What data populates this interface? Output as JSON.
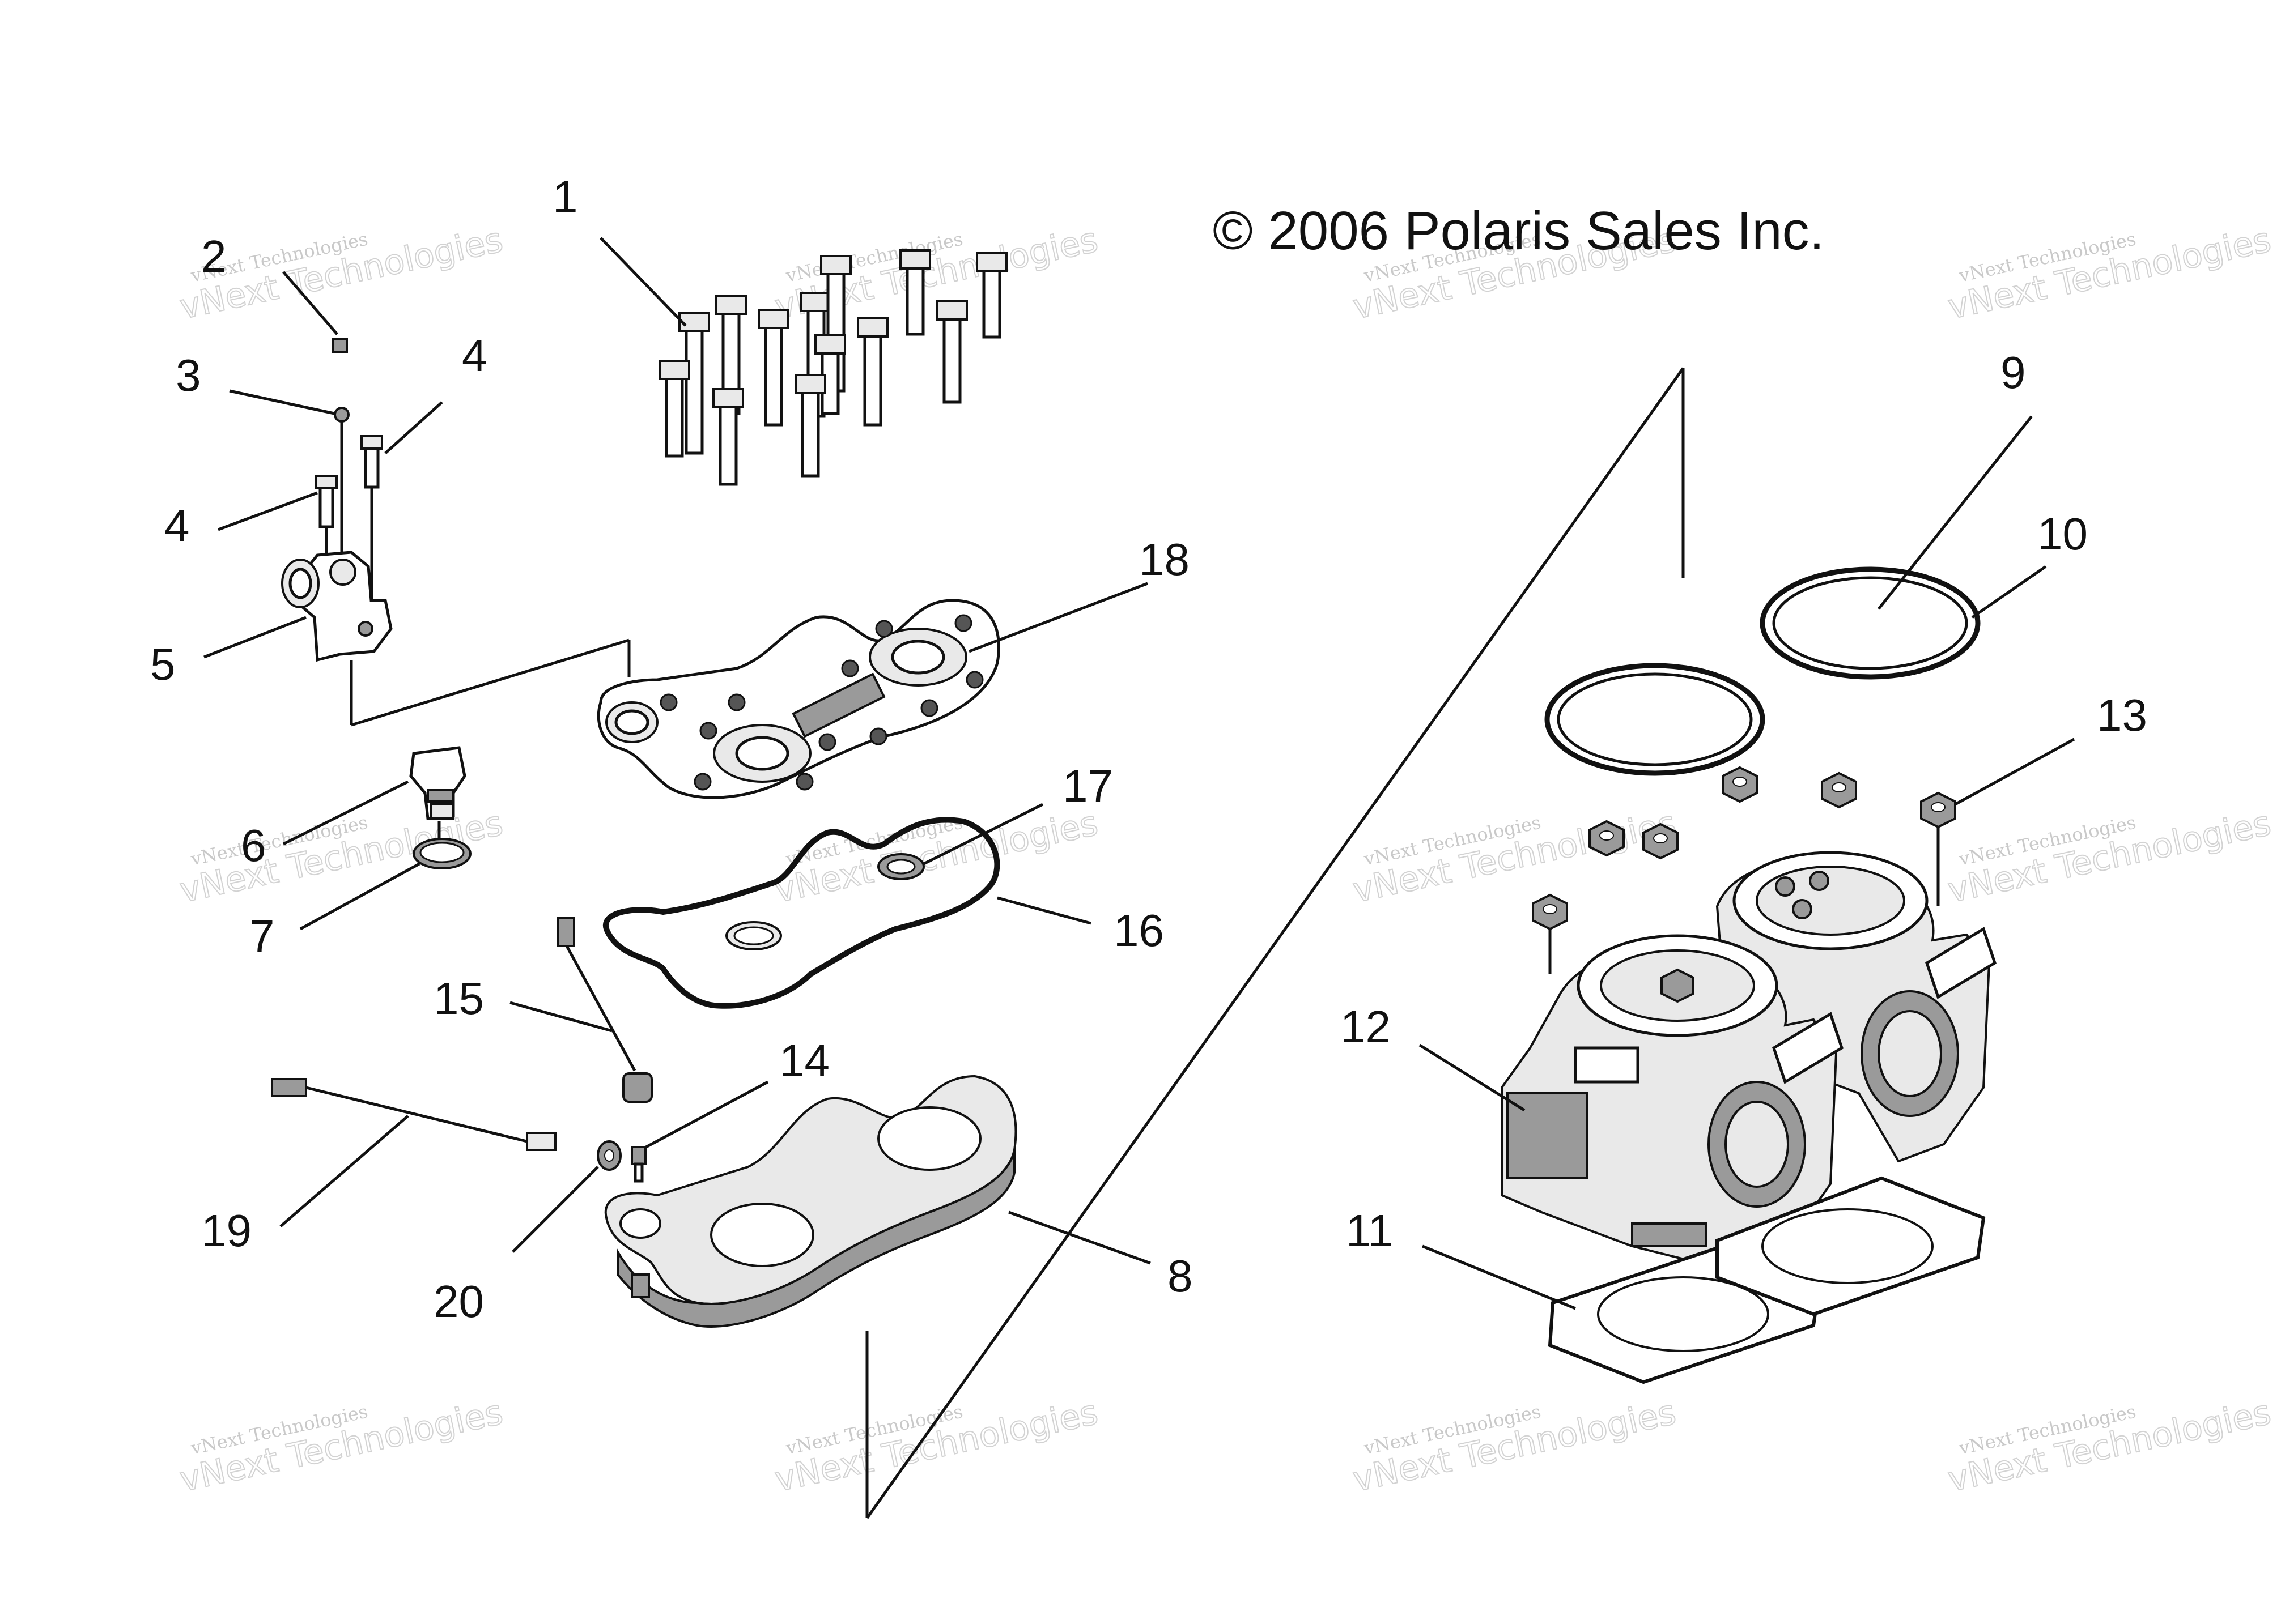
{
  "copyright": "© 2006 Polaris Sales Inc.",
  "watermark": {
    "line1": "vNext Technologies",
    "line2": "vNext Technologies"
  },
  "callouts": [
    {
      "id": "1",
      "text": "1"
    },
    {
      "id": "2",
      "text": "2"
    },
    {
      "id": "3",
      "text": "3"
    },
    {
      "id": "4a",
      "text": "4"
    },
    {
      "id": "4b",
      "text": "4"
    },
    {
      "id": "5",
      "text": "5"
    },
    {
      "id": "6",
      "text": "6"
    },
    {
      "id": "7",
      "text": "7"
    },
    {
      "id": "8",
      "text": "8"
    },
    {
      "id": "9",
      "text": "9"
    },
    {
      "id": "10",
      "text": "10"
    },
    {
      "id": "11",
      "text": "11"
    },
    {
      "id": "12",
      "text": "12"
    },
    {
      "id": "13",
      "text": "13"
    },
    {
      "id": "14",
      "text": "14"
    },
    {
      "id": "15",
      "text": "15"
    },
    {
      "id": "16",
      "text": "16"
    },
    {
      "id": "17",
      "text": "17"
    },
    {
      "id": "18",
      "text": "18"
    },
    {
      "id": "19",
      "text": "19"
    },
    {
      "id": "20",
      "text": "20"
    }
  ]
}
